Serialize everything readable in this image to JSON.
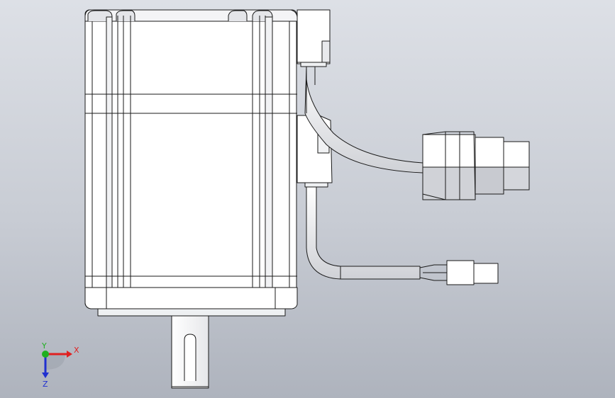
{
  "viewport": {
    "background_top": "#dde0e6",
    "background_bottom": "#aeb3bd"
  },
  "model": {
    "name": "servo-motor-with-cables",
    "line_color": "#1a1a1a",
    "body_fill": "#ffffff",
    "shade_fill": "#d4d6db",
    "dark_shade_fill": "#b9bcc3"
  },
  "triad": {
    "x_label": "X",
    "y_label": "Y",
    "z_label": "Z",
    "x_color": "#e02020",
    "y_color": "#20b020",
    "z_color": "#2030d0"
  }
}
